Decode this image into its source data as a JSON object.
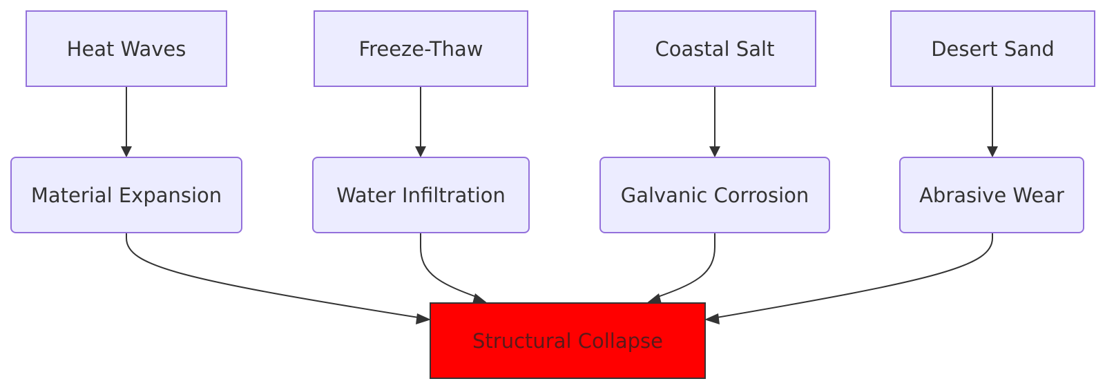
{
  "diagram": {
    "type": "flowchart",
    "colors": {
      "node_fill": "#ECECFF",
      "node_border": "#9370DB",
      "text": "#333333",
      "edge": "#333333",
      "target_fill": "#FF0000",
      "target_border": "#333333"
    },
    "nodes": {
      "heat_waves": "Heat Waves",
      "freeze_thaw": "Freeze-Thaw",
      "coastal_salt": "Coastal Salt",
      "desert_sand": "Desert Sand",
      "material_expansion": "Material Expansion",
      "water_infiltration": "Water Infiltration",
      "galvanic_corrosion": "Galvanic Corrosion",
      "abrasive_wear": "Abrasive Wear",
      "structural_collapse": "Structural Collapse"
    },
    "edges": [
      {
        "from": "heat_waves",
        "to": "material_expansion"
      },
      {
        "from": "freeze_thaw",
        "to": "water_infiltration"
      },
      {
        "from": "coastal_salt",
        "to": "galvanic_corrosion"
      },
      {
        "from": "desert_sand",
        "to": "abrasive_wear"
      },
      {
        "from": "material_expansion",
        "to": "structural_collapse"
      },
      {
        "from": "water_infiltration",
        "to": "structural_collapse"
      },
      {
        "from": "galvanic_corrosion",
        "to": "structural_collapse"
      },
      {
        "from": "abrasive_wear",
        "to": "structural_collapse"
      }
    ]
  }
}
